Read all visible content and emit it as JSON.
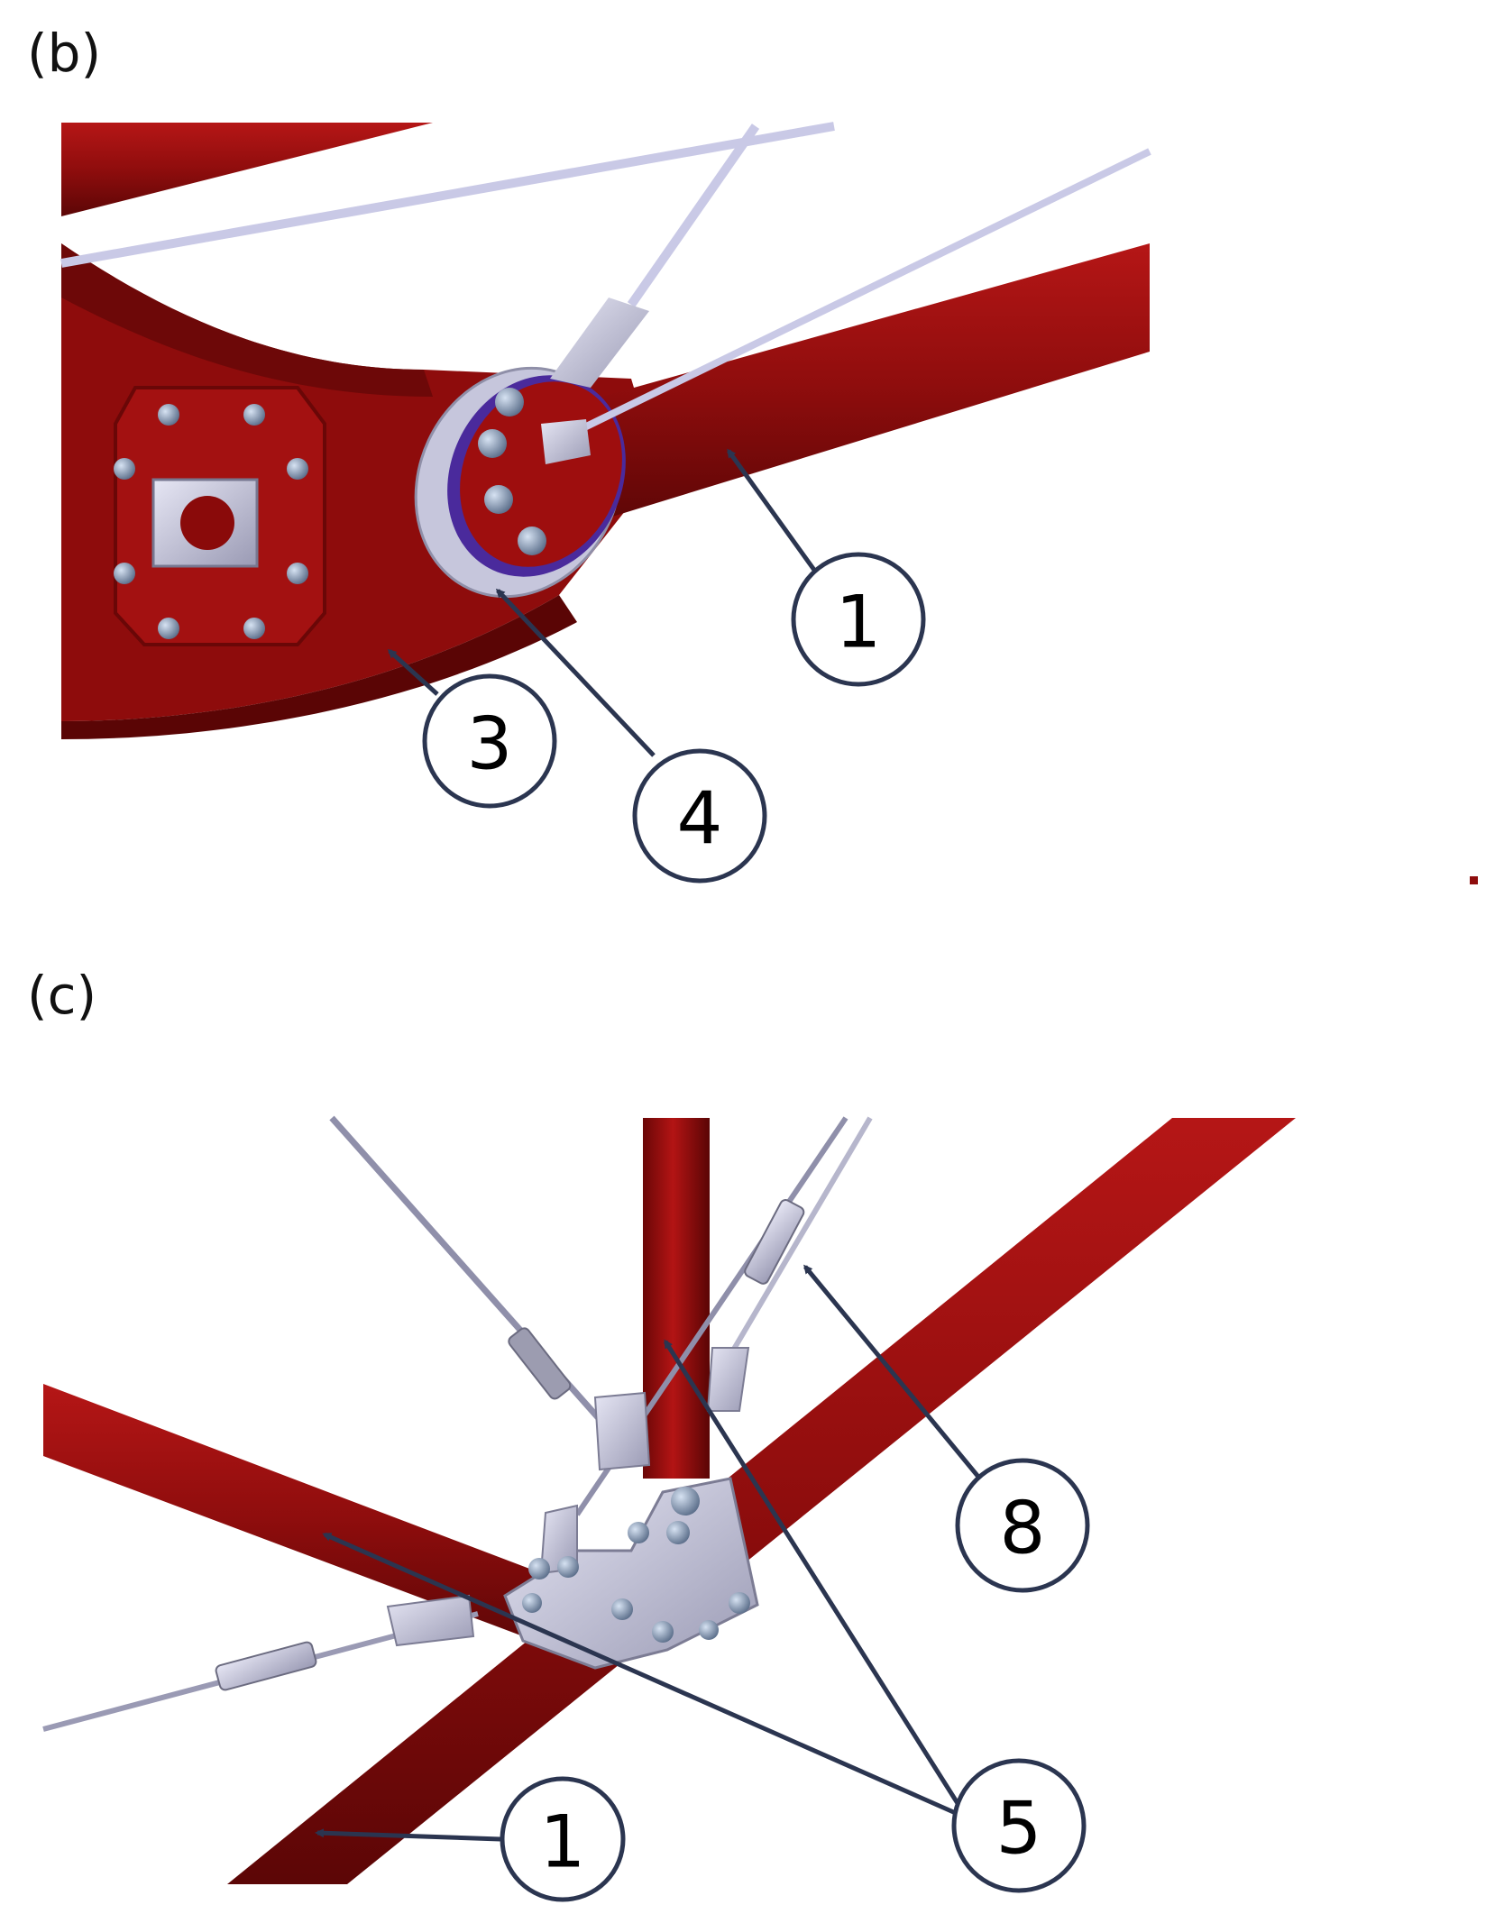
{
  "panels": [
    {
      "label": "(b)",
      "callouts": [
        {
          "text": "1"
        },
        {
          "text": "3"
        },
        {
          "text": "4"
        }
      ]
    },
    {
      "label": "(c)",
      "callouts": [
        {
          "text": "8"
        },
        {
          "text": "5"
        },
        {
          "text": "1"
        }
      ]
    }
  ],
  "colors": {
    "tube_red": "#9b0f0f",
    "tube_dark": "#5e0606",
    "cable": "#c9c9e6",
    "steel": "#c4c4d6",
    "leader": "#2b3550"
  }
}
